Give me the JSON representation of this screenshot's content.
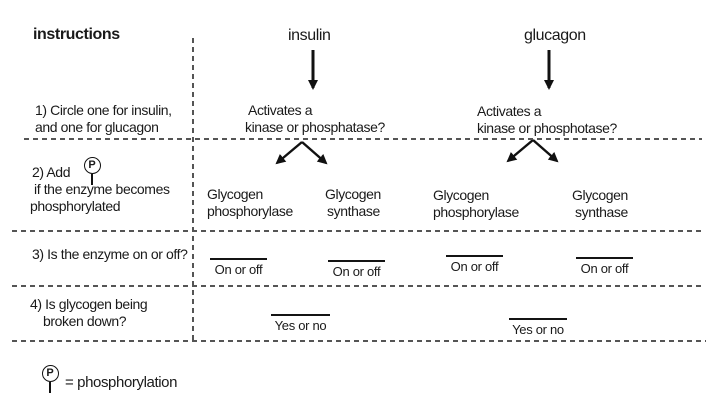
{
  "colors": {
    "background": "#ffffff",
    "text": "#1a1a1a",
    "dashed_lines": "#555555",
    "arrows_and_blanks": "#111111"
  },
  "header": {
    "instructions_label": "instructions"
  },
  "instructions": {
    "step1": [
      "1) Circle one for insulin,",
      "and one for glucagon"
    ],
    "step2": {
      "prefix": "2) Add",
      "symbol": "P",
      "line2": "if the enzyme becomes",
      "line3": "phosphorylated"
    },
    "step3": "3) Is the enzyme on or off?",
    "step4": [
      "4) Is glycogen being",
      "broken down?"
    ]
  },
  "columns": [
    {
      "hormone": "insulin",
      "question": [
        "Activates a",
        "kinase or phosphatase?"
      ],
      "branches": [
        {
          "enzyme": [
            "Glycogen",
            "phosphorylase"
          ],
          "state_options": "On or off"
        },
        {
          "enzyme": [
            "Glycogen",
            "synthase"
          ],
          "state_options": "On or off"
        }
      ],
      "breakdown_options": "Yes or no"
    },
    {
      "hormone": "glucagon",
      "question": [
        "Activates a",
        "kinase or phosphotase?"
      ],
      "branches": [
        {
          "enzyme": [
            "Glycogen",
            "phosphorylase"
          ],
          "state_options": "On or off"
        },
        {
          "enzyme": [
            "Glycogen",
            "synthase"
          ],
          "state_options": "On or off"
        }
      ],
      "breakdown_options": "Yes or no"
    }
  ],
  "legend": {
    "symbol": "P",
    "text": "= phosphorylation"
  }
}
